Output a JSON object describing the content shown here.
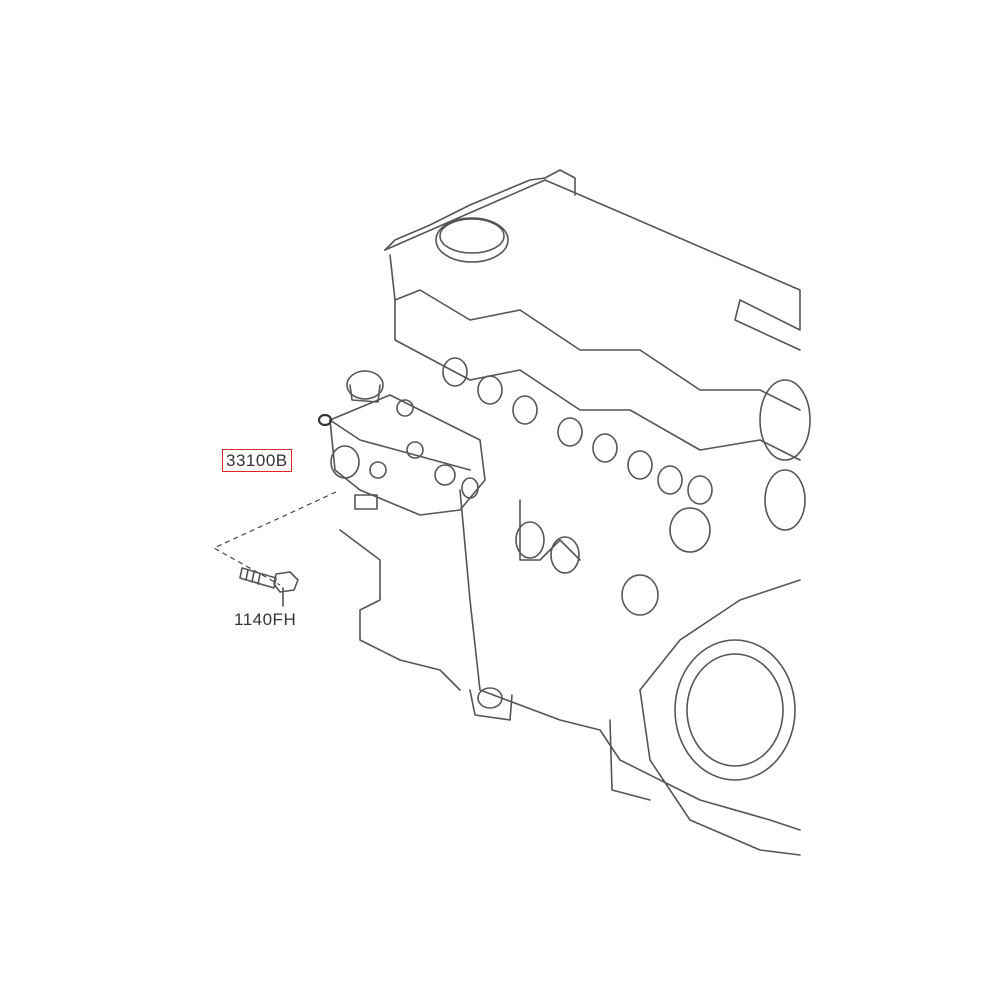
{
  "diagram": {
    "type": "exploded parts diagram",
    "subject": "engine block with fuel injection pump",
    "parts": [
      {
        "id": "pump",
        "label": "33100B",
        "highlighted": true,
        "highlight_color": "#d9262c"
      },
      {
        "id": "bolt",
        "label": "1140FH",
        "highlighted": false
      }
    ]
  }
}
